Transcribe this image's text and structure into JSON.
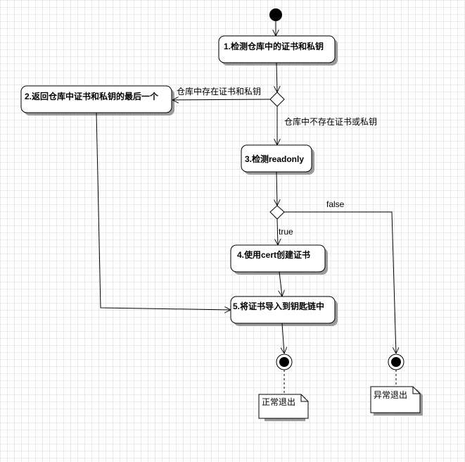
{
  "nodes": {
    "step1": "1.检测仓库中的证书和私钥",
    "step2": "2.返回仓库中证书和私钥的最后一个",
    "step3": "3.检测readonly",
    "step4": "4.使用cert创建证书",
    "step5": "5.将证书导入到钥匙链中"
  },
  "edge_labels": {
    "exists": "仓库中存在证书和私钥",
    "not_exists": "仓库中不存在证书或私钥",
    "false": "false",
    "true": "true"
  },
  "notes": {
    "normal_exit": "正常退出",
    "abnormal_exit": "异常退出"
  }
}
